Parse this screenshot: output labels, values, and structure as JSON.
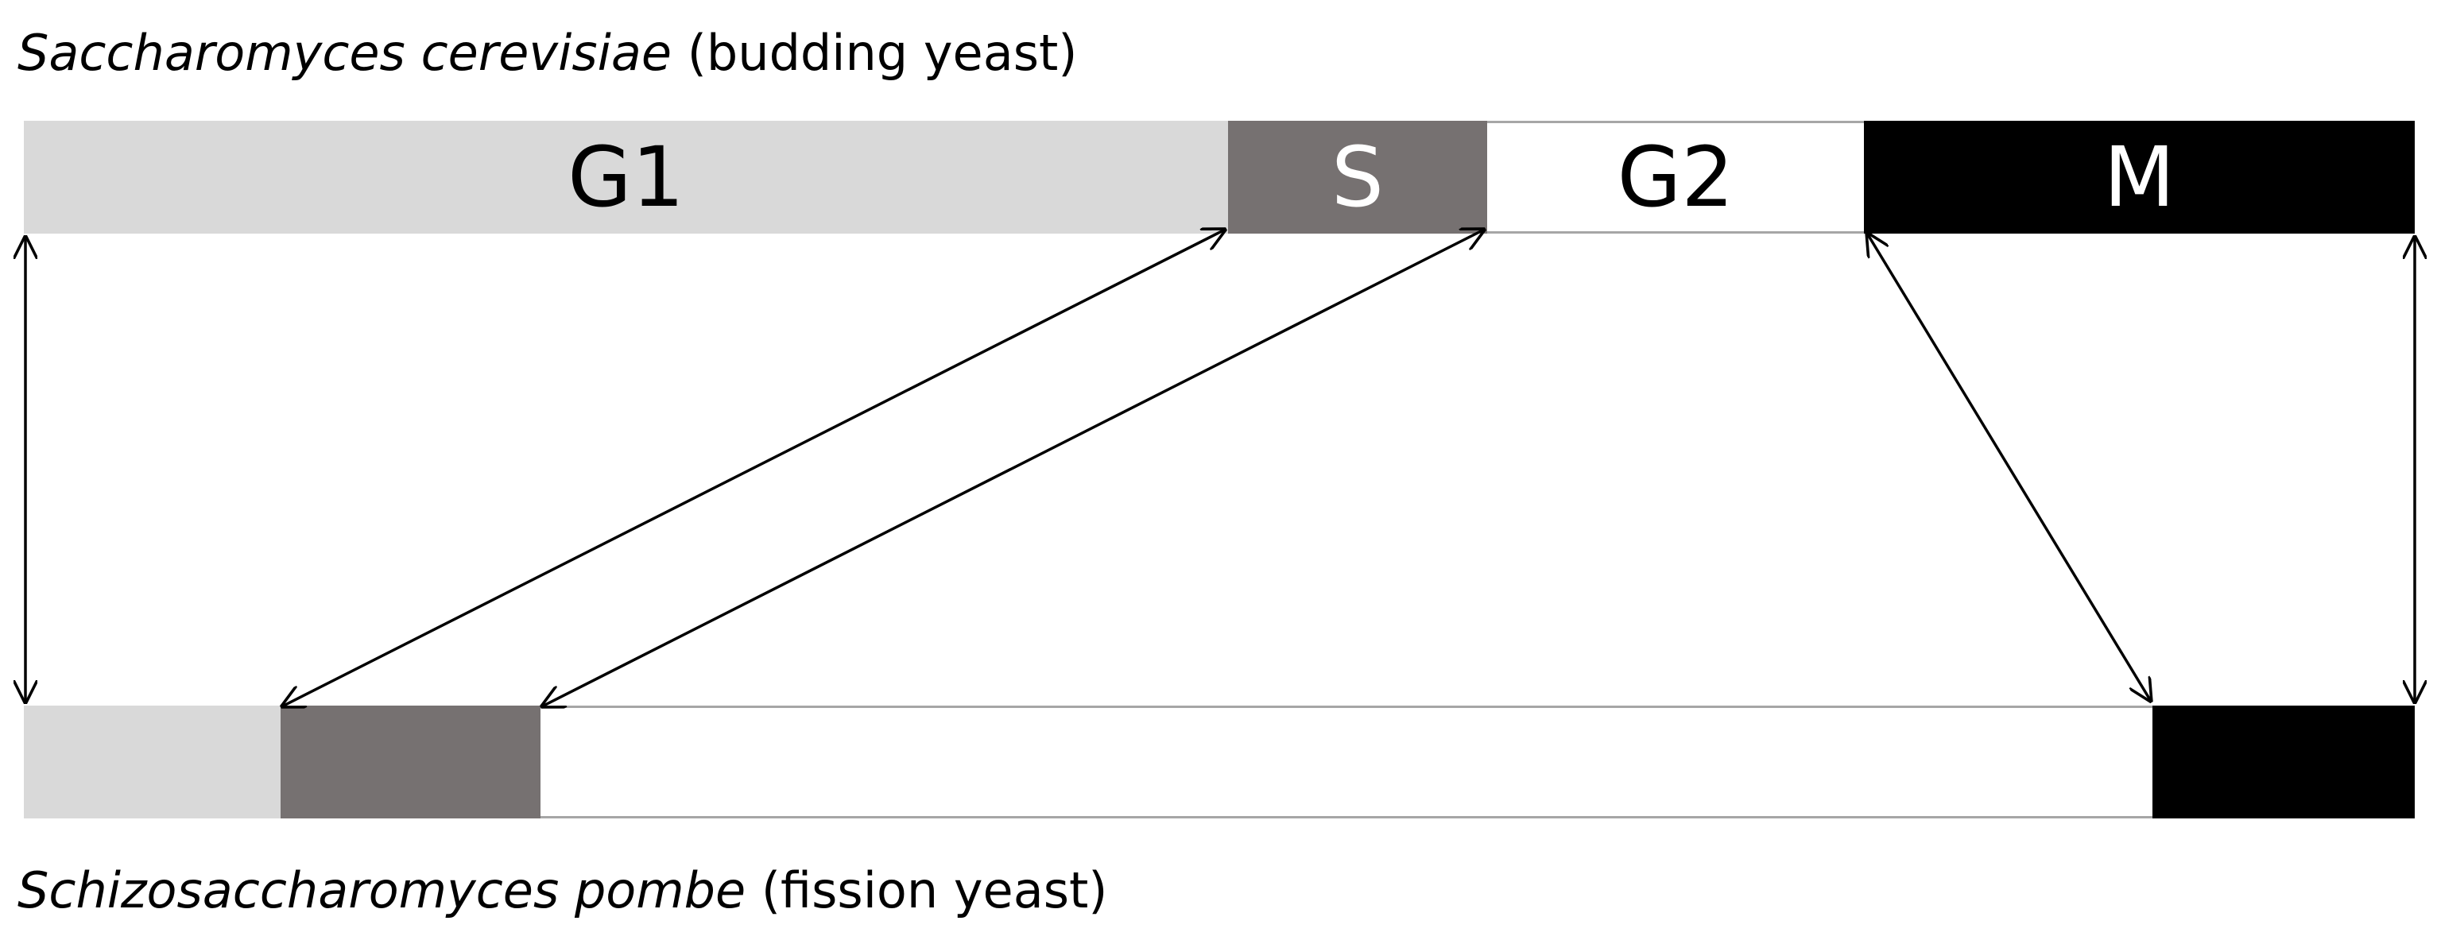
{
  "captions": {
    "top": {
      "species": "Saccharomyces cerevisiae",
      "common": "(budding yeast)"
    },
    "bottom": {
      "species": "Schizosaccharomyces pombe",
      "common": "(fission yeast)"
    }
  },
  "budding_yeast_cycle": {
    "phases": [
      {
        "id": "g1",
        "label": "G1"
      },
      {
        "id": "s",
        "label": "S"
      },
      {
        "id": "g2",
        "label": "G2"
      },
      {
        "id": "m",
        "label": "M"
      }
    ]
  },
  "fission_yeast_cycle": {
    "phases": [
      {
        "id": "g1",
        "label": ""
      },
      {
        "id": "s",
        "label": ""
      },
      {
        "id": "g2",
        "label": ""
      },
      {
        "id": "m",
        "label": ""
      }
    ]
  },
  "colors": {
    "g1": "#d9d9d9",
    "s": "#767171",
    "g2": "#ffffff",
    "m": "#000000",
    "bar_outline": "#a6a6a6",
    "arrow": "#000000"
  }
}
